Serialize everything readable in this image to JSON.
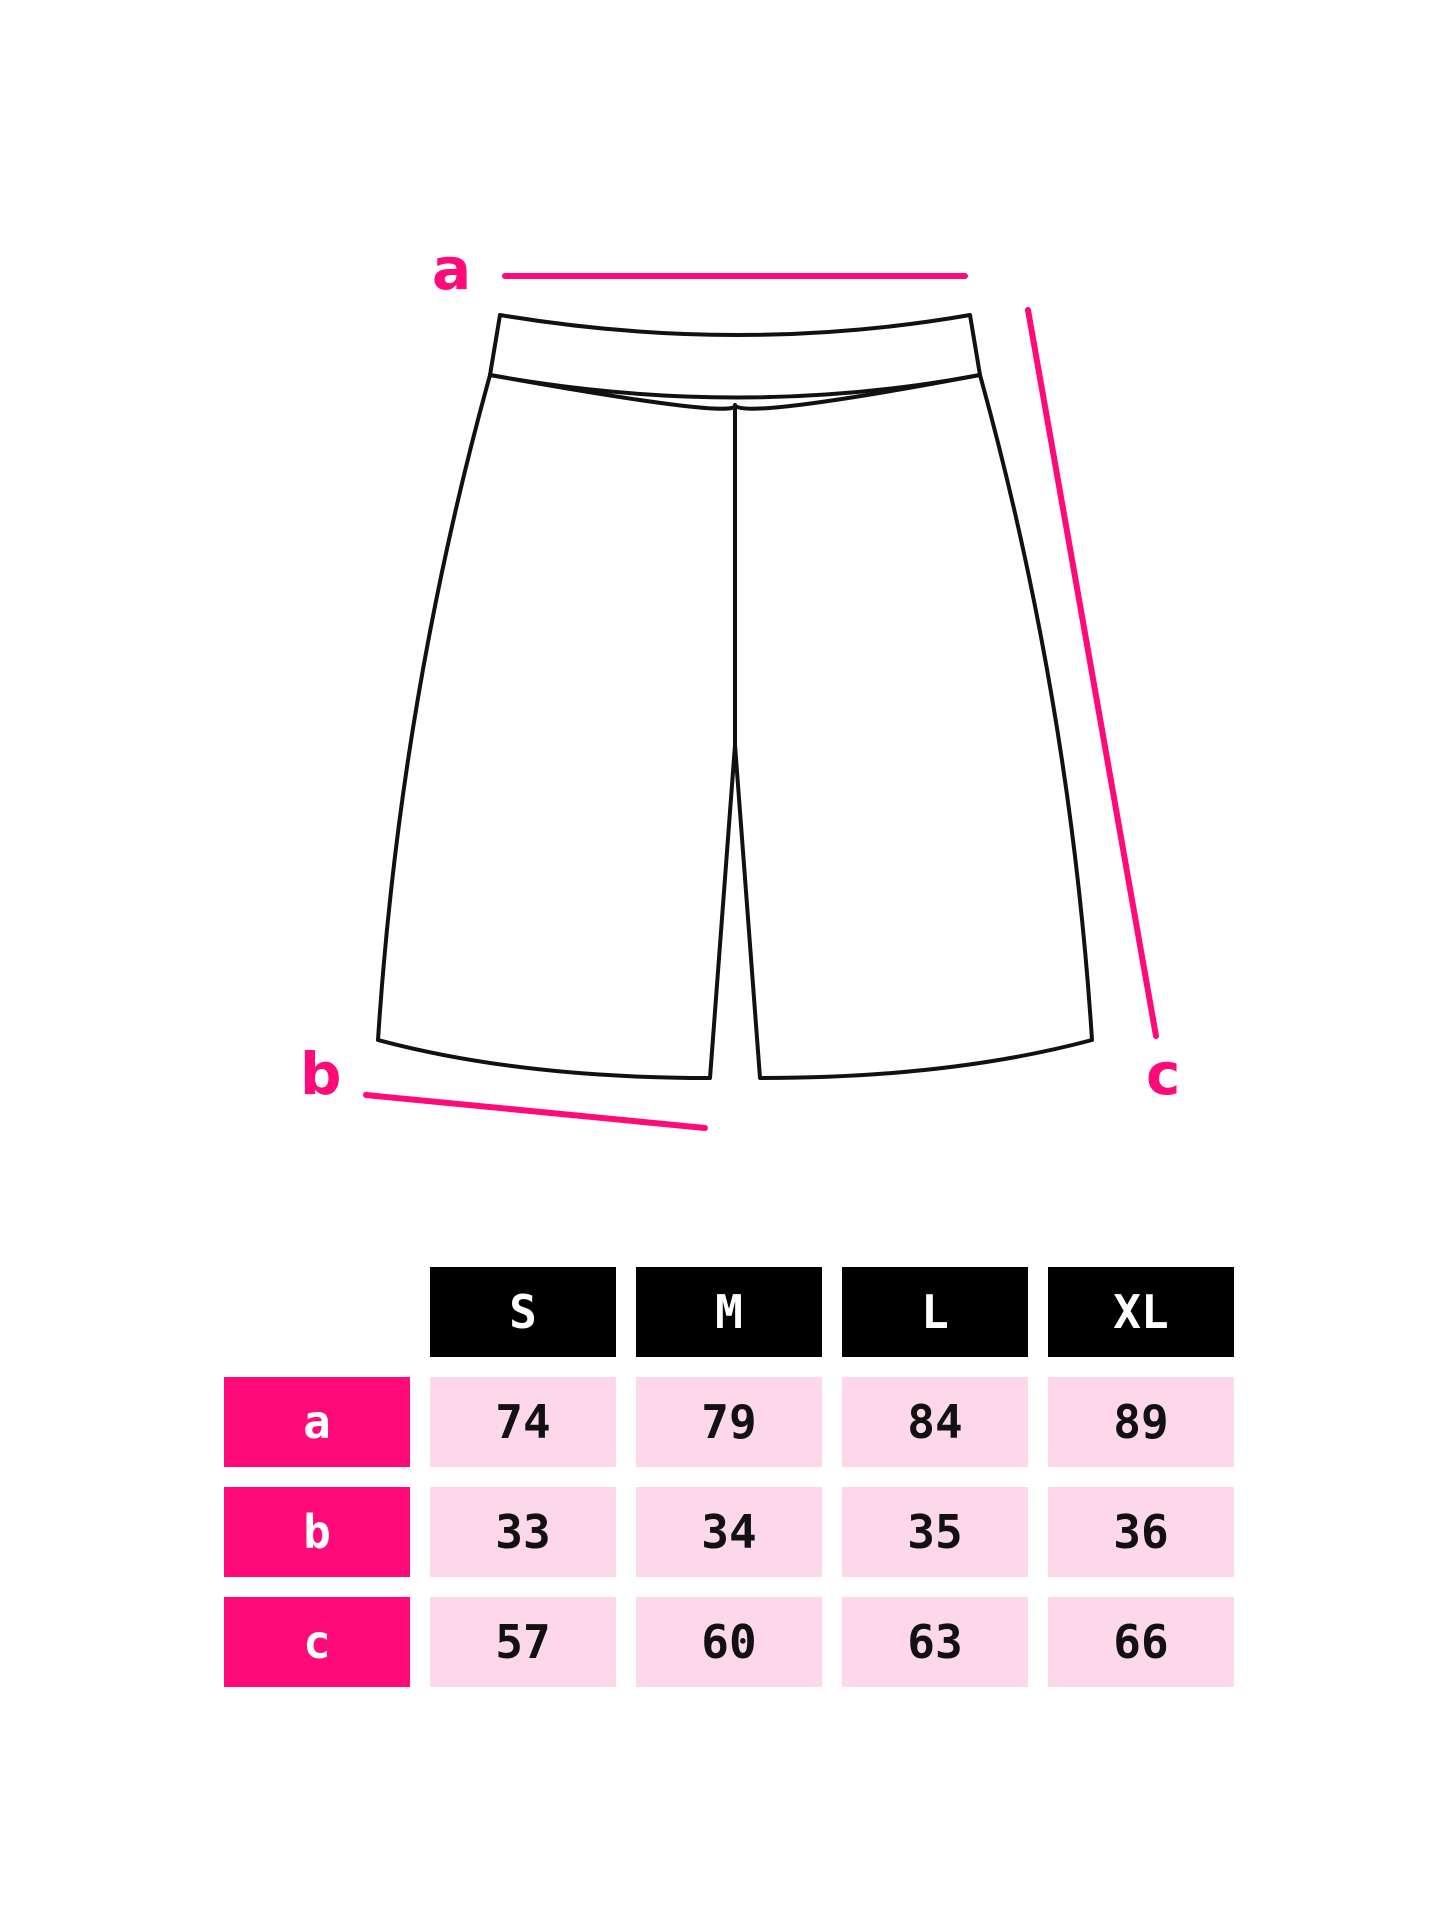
{
  "colors": {
    "accent": "#ff0a78",
    "header_bg": "#000000",
    "cell_bg": "#fdd7ea",
    "outline": "#111111"
  },
  "diagram": {
    "label_a": "a",
    "label_b": "b",
    "label_c": "c"
  },
  "table": {
    "sizes": [
      "S",
      "M",
      "L",
      "XL"
    ],
    "rows": [
      {
        "label": "a",
        "values": [
          "74",
          "79",
          "84",
          "89"
        ]
      },
      {
        "label": "b",
        "values": [
          "33",
          "34",
          "35",
          "36"
        ]
      },
      {
        "label": "c",
        "values": [
          "57",
          "60",
          "63",
          "66"
        ]
      }
    ]
  }
}
